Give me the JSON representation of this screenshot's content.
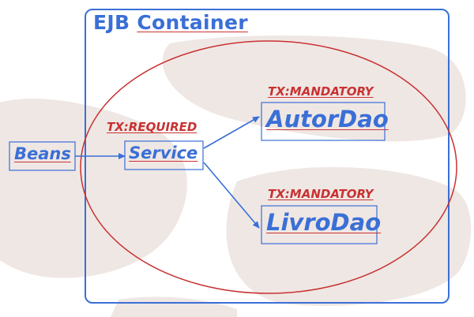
{
  "container": {
    "title_part1": "EJB",
    "title_part2": "Container"
  },
  "nodes": {
    "beans": "Beans",
    "service": "Service",
    "autor_dao": "AutorDao",
    "livro_dao": "LivroDao"
  },
  "annotations": {
    "service_tx": "TX:REQUIRED",
    "autor_tx": "TX:MANDATORY",
    "livro_tx": "TX:MANDATORY"
  },
  "colors": {
    "container_border": "#3a6fd6",
    "ellipse_border": "#c83232",
    "node_text": "#3a6fd6",
    "tx_text": "#c83232",
    "arrow": "#3a6fd6",
    "background_blob": "#efe7e4"
  }
}
